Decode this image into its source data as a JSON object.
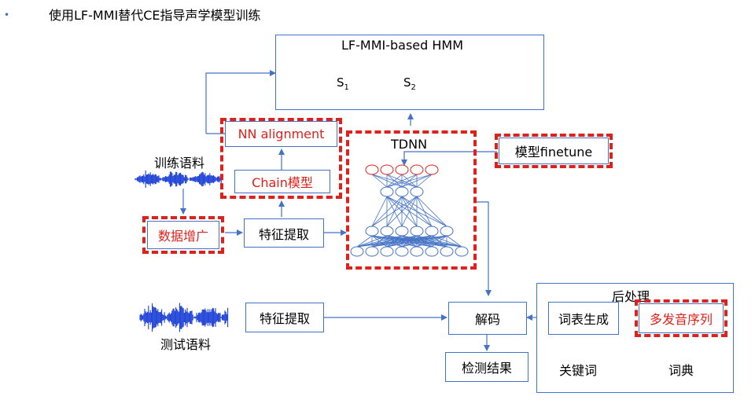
{
  "header": {
    "bullet": "•",
    "title": "使用LF-MMI替代CE指导声学模型训练"
  },
  "hmm": {
    "title": "LF-MMI-based HMM",
    "s1": "S",
    "s1_sub": "1",
    "s2": "S",
    "s2_sub": "2"
  },
  "boxes": {
    "nn_alignment": "NN alignment",
    "chain_model": "Chain模型",
    "tdnn": "TDNN",
    "finetune": "模型finetune",
    "data_aug": "数据增广",
    "feat_extract_train": "特征提取",
    "feat_extract_test": "特征提取",
    "decode": "解码",
    "result": "检测结果",
    "postprocess": "后处理",
    "lexicon_gen": "词表生成",
    "polyphone": "多发音序列",
    "keywords": "关键词",
    "dictionary": "词典"
  },
  "labels": {
    "train_corpus": "训练语料",
    "test_corpus": "测试语料"
  },
  "colors": {
    "box_border": "#4472c4",
    "highlight": "#e0201b",
    "wave": "#1a3fd6"
  }
}
